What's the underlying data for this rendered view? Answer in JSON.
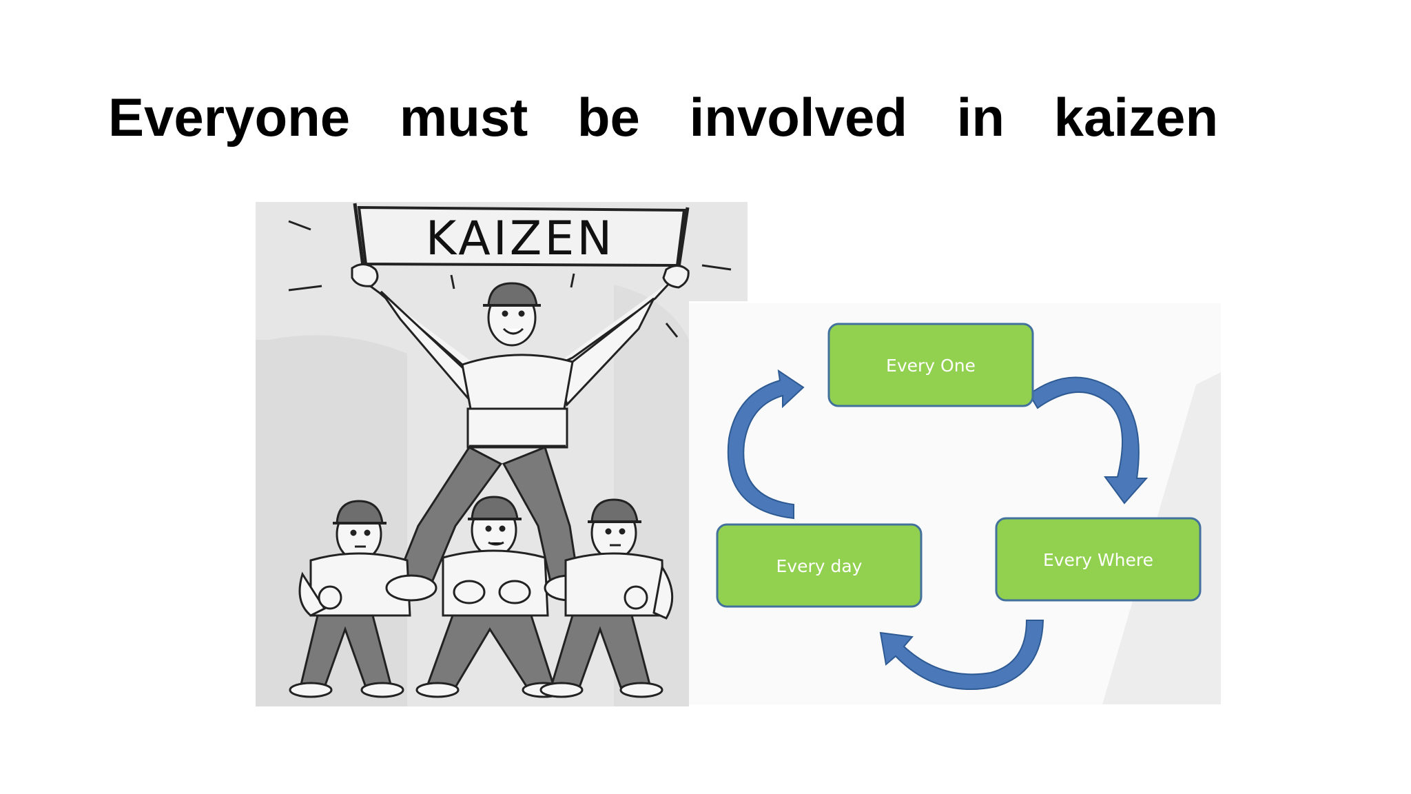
{
  "slide": {
    "title": "Everyone must be involved in kaizen"
  },
  "illustration": {
    "banner_text": "KAIZEN",
    "figure_count": 4
  },
  "cycle": {
    "steps": [
      {
        "label": "Every One"
      },
      {
        "label": "Every Where"
      },
      {
        "label": "Every day"
      }
    ],
    "colors": {
      "box_fill": "#92d050",
      "box_border": "#41719c",
      "arrow": "#4a78b8",
      "arrow_dark": "#2e5a94"
    }
  }
}
